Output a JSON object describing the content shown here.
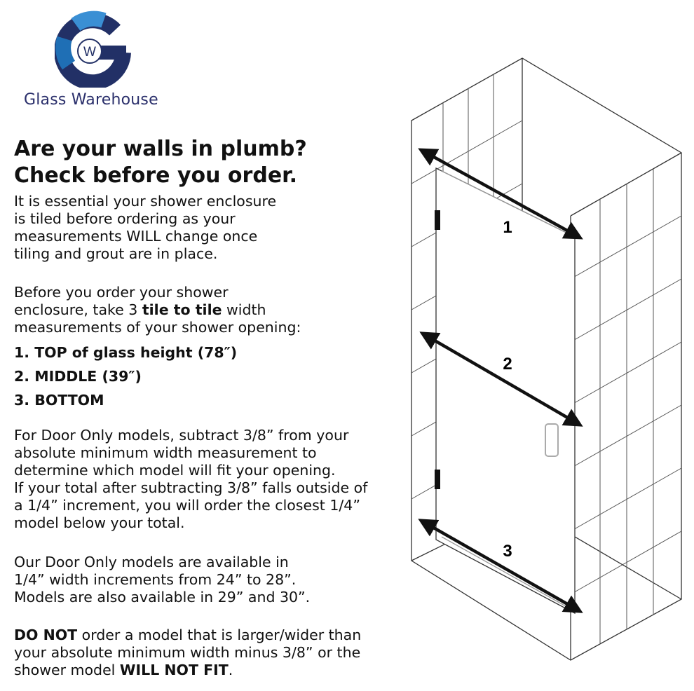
{
  "brand": {
    "logo_letter": "W",
    "name": "Glass Warehouse"
  },
  "headline": {
    "line1": "Are your walls in plumb?",
    "line2": "Check before you order."
  },
  "intro": {
    "l1": "It is essential your shower enclosure",
    "l2": "is tiled before ordering as your",
    "l3": "measurements WILL change once",
    "l4": "tiling and grout are in place."
  },
  "before": {
    "l1": "Before you order your shower",
    "l2_pre": "enclosure, take 3 ",
    "l2_bold": "tile to tile",
    "l2_post": " width",
    "l3": "measurements of your shower opening:"
  },
  "steps": {
    "s1": "1. TOP of glass height (78″)",
    "s2": "2. MIDDLE (39″)",
    "s3": "3. BOTTOM"
  },
  "door_only": {
    "l1": "For Door Only models, subtract 3/8” from your",
    "l2": "absolute minimum width measurement to",
    "l3": "determine which model will fit your opening.",
    "l4": "If your total after subtracting 3/8” falls outside of",
    "l5": "a 1/4” increment, you will order the closest 1/4”",
    "l6": "model below your total."
  },
  "availability": {
    "l1": "Our Door Only models are available in",
    "l2": "1/4” width increments from 24” to 28”.",
    "l3": "Models are also available in 29” and 30”."
  },
  "warning": {
    "l1_bold": "DO NOT",
    "l1_rest": " order a model that is larger/wider than",
    "l2": "your absolute minimum width minus 3/8” or the",
    "l3_pre": "shower model ",
    "l3_bold": "WILL NOT FIT",
    "l3_post": "."
  },
  "diagram": {
    "label1": "1",
    "label2": "2",
    "label3": "3"
  },
  "colors": {
    "brand_navy": "#2a2f6b",
    "logo_blue": "#1f6fb5",
    "logo_dark": "#223066",
    "logo_light": "#3a8fd4"
  }
}
